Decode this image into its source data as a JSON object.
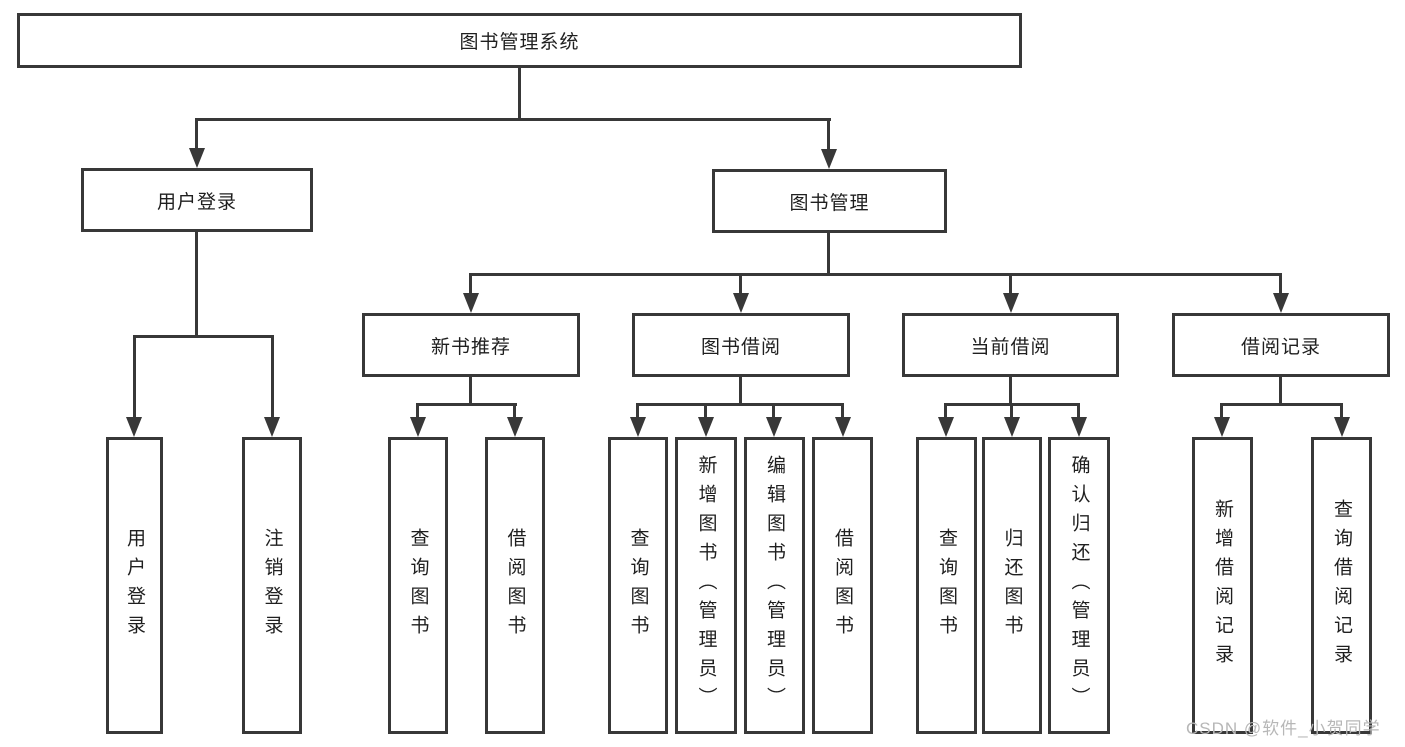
{
  "diagram": {
    "root": {
      "label": "图书管理系统"
    },
    "level2": [
      {
        "label": "用户登录"
      },
      {
        "label": "图书管理"
      }
    ],
    "level3": [
      {
        "label": "新书推荐"
      },
      {
        "label": "图书借阅"
      },
      {
        "label": "当前借阅"
      },
      {
        "label": "借阅记录"
      }
    ],
    "leaves": [
      {
        "label": "用户登录"
      },
      {
        "label": "注销登录"
      },
      {
        "label": "查询图书"
      },
      {
        "label": "借阅图书"
      },
      {
        "label": "查询图书"
      },
      {
        "label": "新增图书（管理员）"
      },
      {
        "label": "编辑图书（管理员）"
      },
      {
        "label": "借阅图书"
      },
      {
        "label": "查询图书"
      },
      {
        "label": "归还图书"
      },
      {
        "label": "确认归还（管理员）"
      },
      {
        "label": "新增借阅记录"
      },
      {
        "label": "查询借阅记录"
      }
    ],
    "watermark": "CSDN @软件_小贺同学",
    "colors": {
      "line": "#383838",
      "text": "#1f1f1f",
      "watermark": "#b7b7b7",
      "background": "#ffffff"
    }
  }
}
